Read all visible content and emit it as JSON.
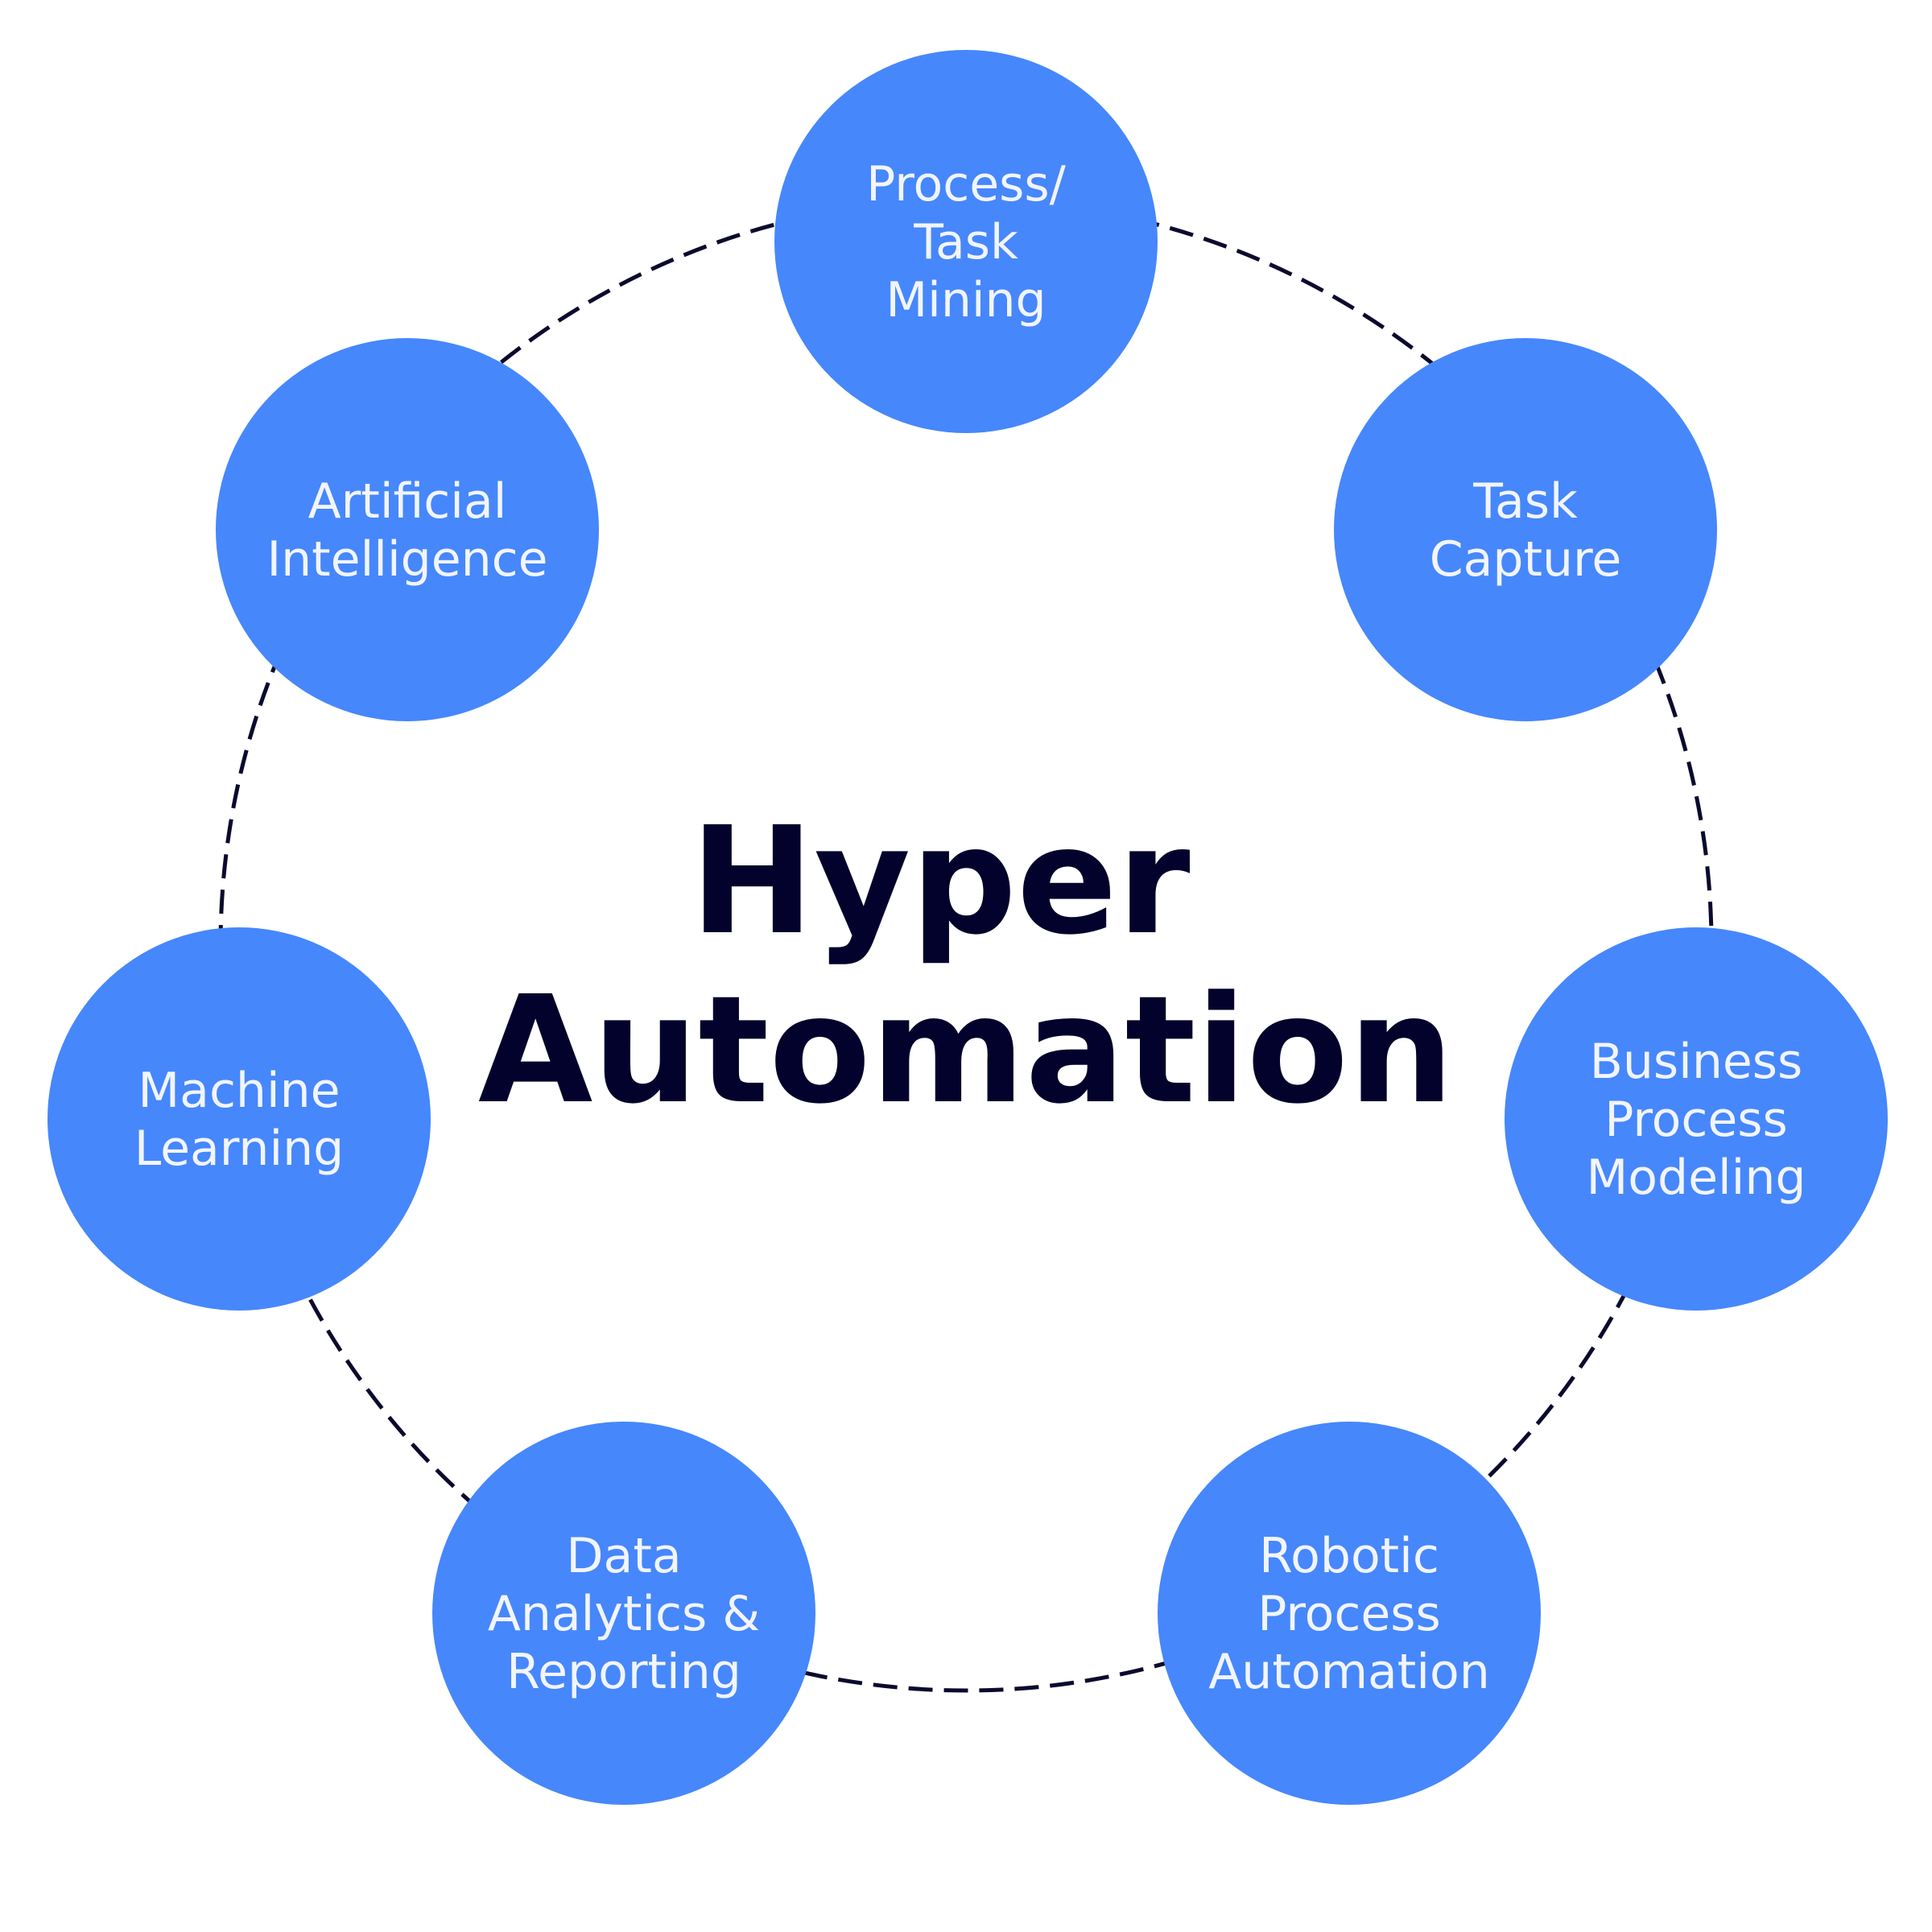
{
  "diagram": {
    "title_lines": [
      "Hyper",
      "Automation"
    ],
    "nodes": [
      {
        "id": "process-task-mining",
        "lines": [
          "Process/",
          "Task",
          "Mining"
        ]
      },
      {
        "id": "task-capture",
        "lines": [
          "Task",
          "Capture"
        ]
      },
      {
        "id": "business-process-modeling",
        "lines": [
          "Business",
          "Process",
          "Modeling"
        ]
      },
      {
        "id": "robotic-process-automation",
        "lines": [
          "Robotic",
          "Process",
          "Automation"
        ]
      },
      {
        "id": "data-analytics-reporting",
        "lines": [
          "Data",
          "Analytics &",
          "Reporting"
        ]
      },
      {
        "id": "machine-learning",
        "lines": [
          "Machine",
          "Learning"
        ]
      },
      {
        "id": "artificial-intelligence",
        "lines": [
          "Artificial",
          "Intelligence"
        ]
      }
    ],
    "colors": {
      "node_fill": "#4687fb",
      "node_text": "#f2f5ff",
      "ring_stroke": "#0b0a2e",
      "title_text": "#03022c",
      "background": "#ffffff"
    }
  }
}
